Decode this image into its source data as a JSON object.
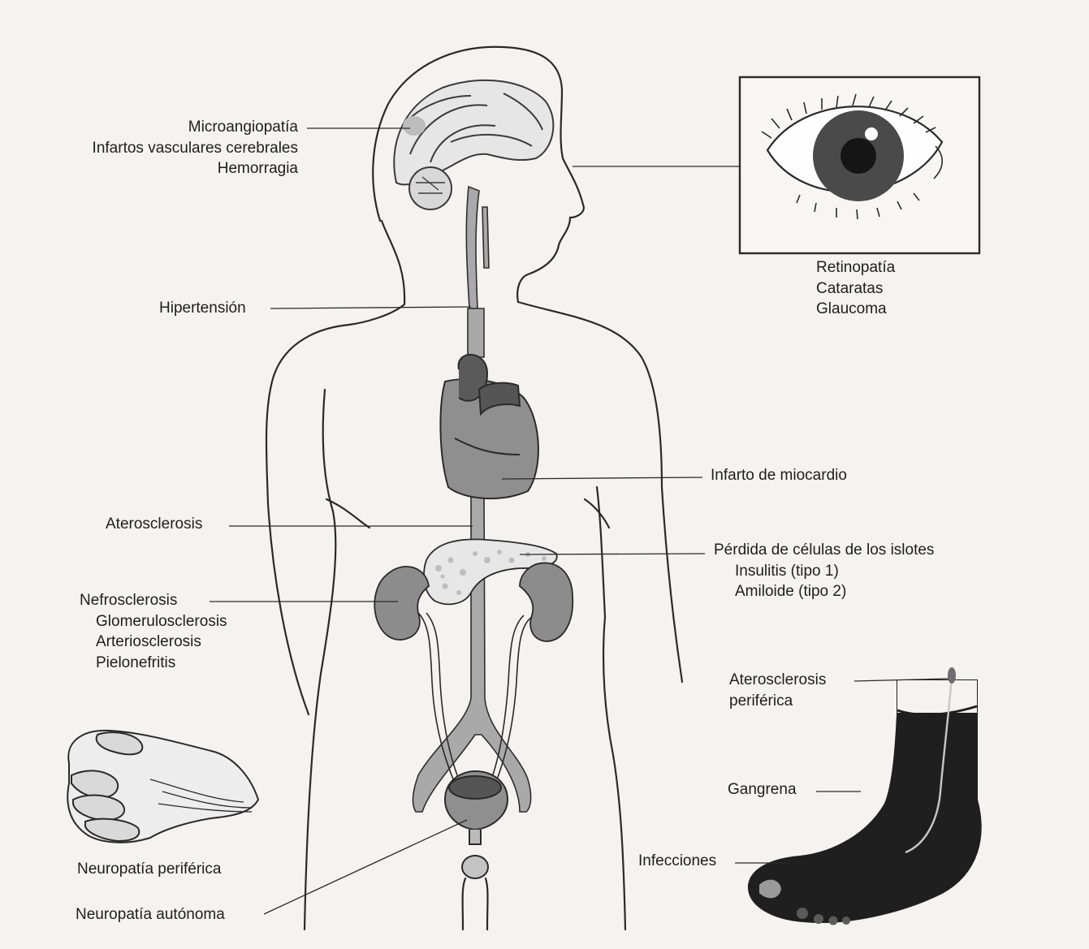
{
  "labels": {
    "brain": [
      "Microangiopatía",
      "Infartos vasculares cerebrales",
      "Hemorragia"
    ],
    "eye": [
      "Retinopatía",
      "Cataratas",
      "Glaucoma"
    ],
    "hypertension": "Hipertensión",
    "myocardial": "Infarto de miocardio",
    "atherosclerosis": "Aterosclerosis",
    "islet_loss": "Pérdida de células de los islotes",
    "insulitis": "Insulitis (tipo 1)",
    "amyloid": "Amiloide (tipo 2)",
    "nephrosclerosis": "Nefrosclerosis",
    "glomerulosclerosis": "Glomerulosclerosis",
    "arteriosclerosis": "Arteriosclerosis",
    "pyelonephritis": "Pielonefritis",
    "peripheral_atherosclerosis": [
      "Aterosclerosis",
      "periférica"
    ],
    "gangrene": "Gangrena",
    "infections": "Infecciones",
    "peripheral_neuropathy": "Neuropatía periférica",
    "autonomic_neuropathy": "Neuropatía autónoma"
  }
}
